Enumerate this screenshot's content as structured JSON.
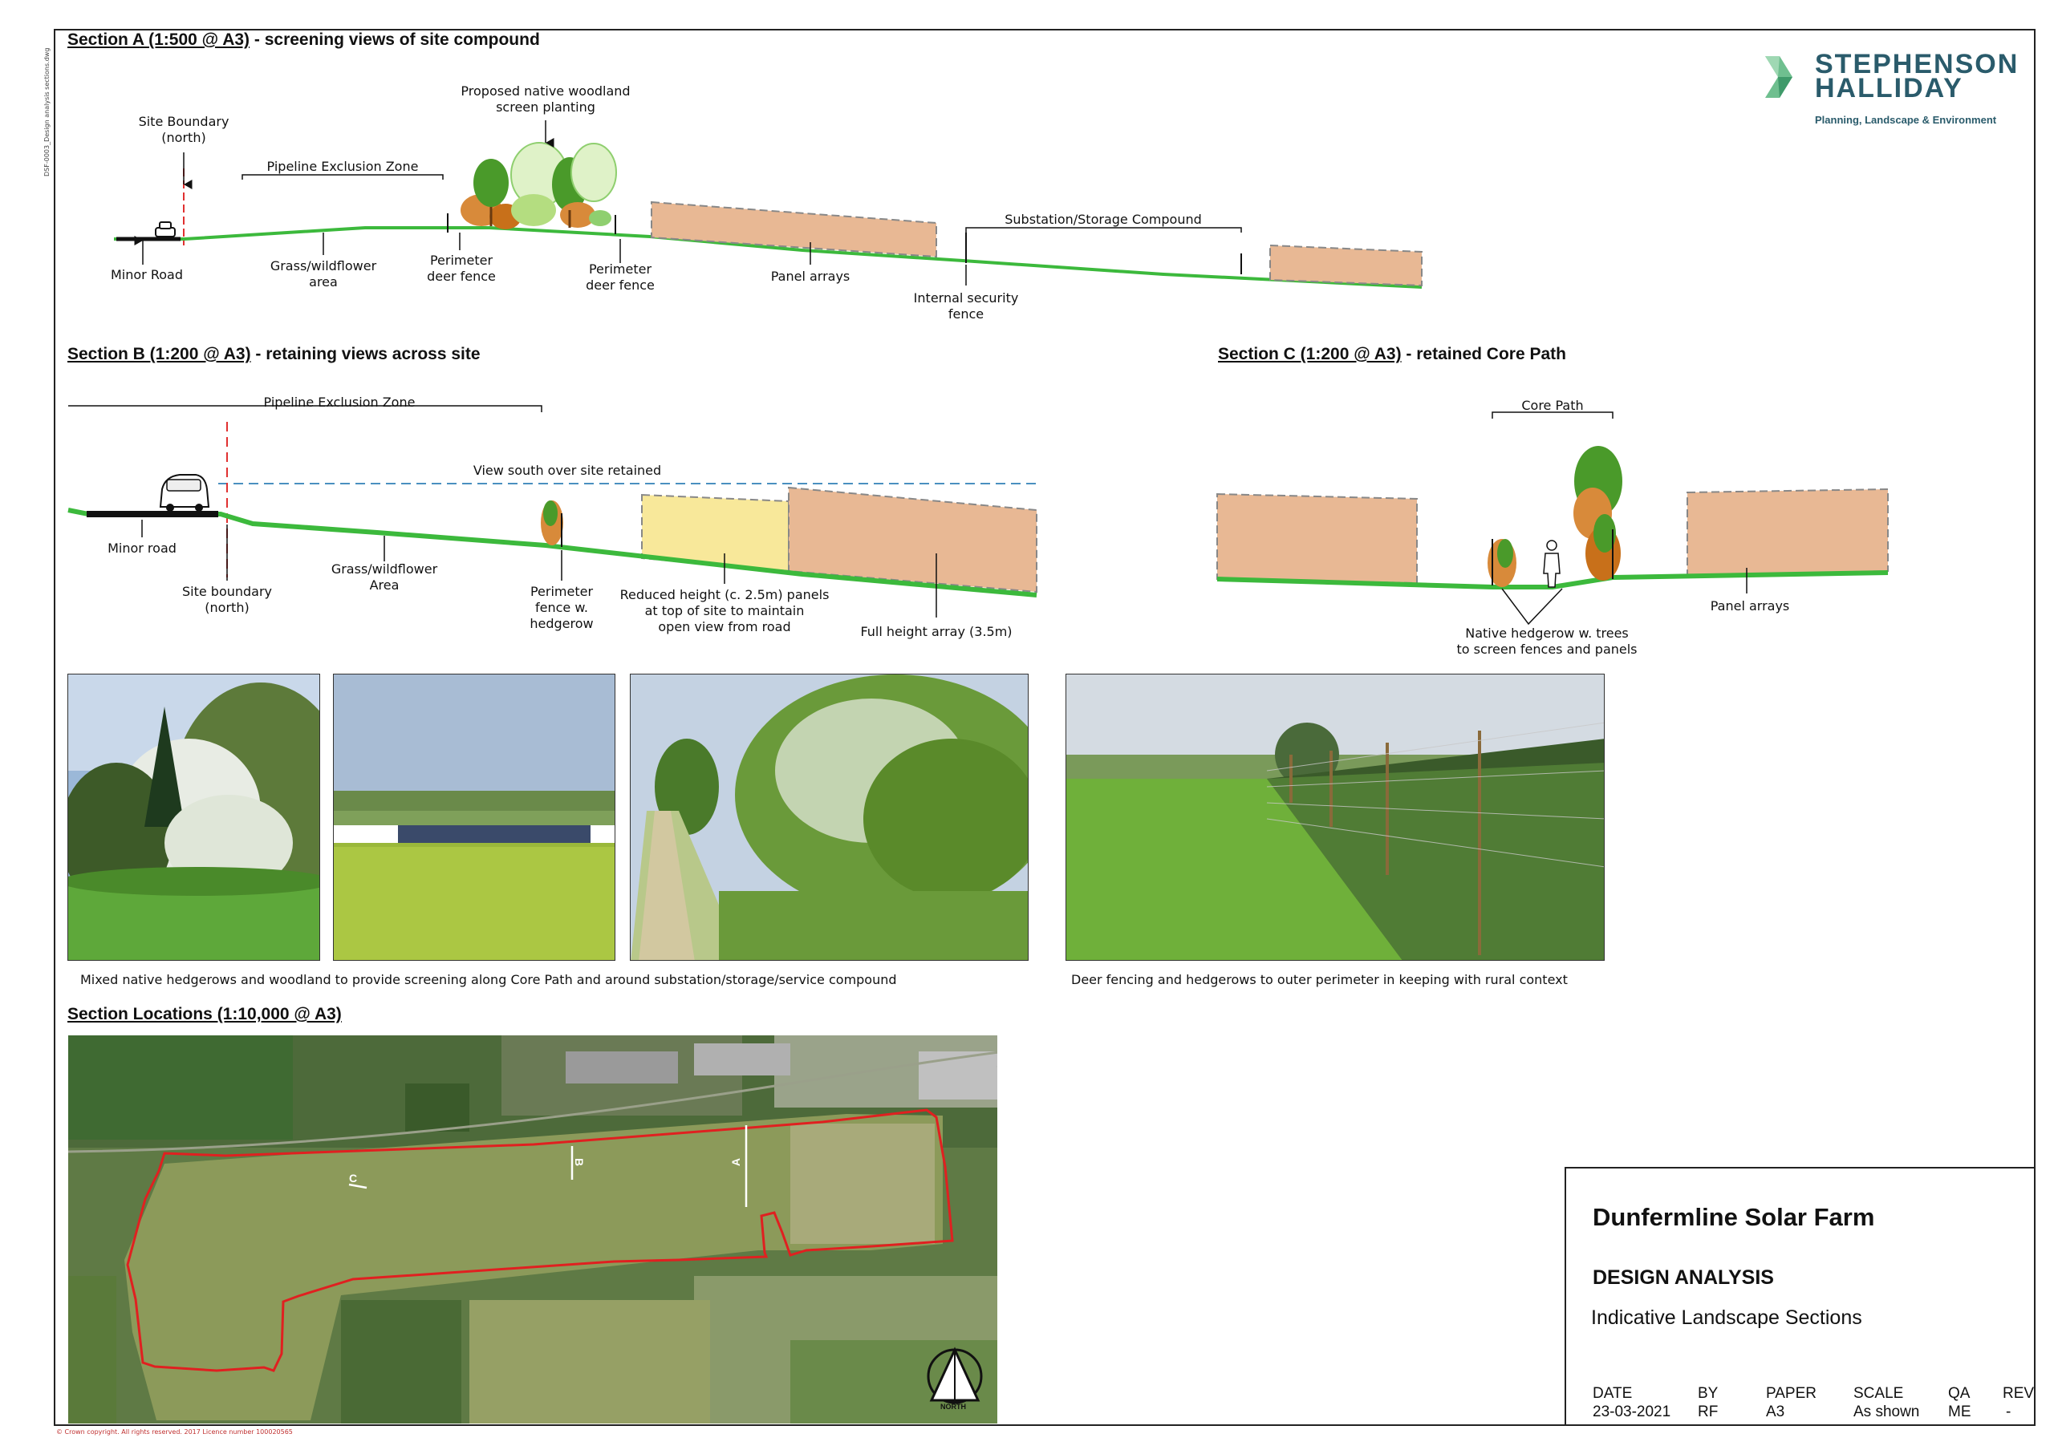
{
  "file_ref": "DSF-0003_Design analysis sections.dwg",
  "logo": {
    "name_line1": "STEPHENSON",
    "name_line2": "HALLIDAY",
    "tagline": "Planning, Landscape & Environment",
    "color": "#2a5b6b",
    "mark_color": "#6fbf8f"
  },
  "section_a": {
    "title_underlined": "Section A (1:500 @ A3)",
    "title_rest": " - screening views of site compound",
    "labels": {
      "site_boundary_l1": "Site Boundary",
      "site_boundary_l2": "(north)",
      "proposed_l1": "Proposed native woodland",
      "proposed_l2": "screen planting",
      "pipeline_zone": "Pipeline Exclusion Zone",
      "substation": "Substation/Storage Compound",
      "minor_road": "Minor Road",
      "grass_l1": "Grass/wildflower",
      "grass_l2": "area",
      "fence1_l1": "Perimeter",
      "fence1_l2": "deer fence",
      "fence2_l1": "Perimeter",
      "fence2_l2": "deer fence",
      "panel_arrays": "Panel arrays",
      "security_l1": "Internal security",
      "security_l2": "fence"
    }
  },
  "section_b": {
    "title_underlined": "Section B (1:200 @ A3)",
    "title_rest": " - retaining views across site",
    "labels": {
      "pipeline_zone": "Pipeline Exclusion Zone",
      "view_south": "View south over site retained",
      "minor_road": "Minor road",
      "site_boundary_l1": "Site boundary",
      "site_boundary_l2": "(north)",
      "grass_l1": "Grass/wildflower",
      "grass_l2": "Area",
      "fence_l1": "Perimeter",
      "fence_l2": "fence w.",
      "fence_l3": "hedgerow",
      "reduced_l1": "Reduced height (c. 2.5m) panels",
      "reduced_l2": "at top of site to maintain",
      "reduced_l3": "open view from road",
      "full_height": "Full height array (3.5m)"
    }
  },
  "section_c": {
    "title_underlined": "Section C (1:200 @ A3)",
    "title_rest": " - retained Core Path",
    "labels": {
      "core_path": "Core Path",
      "hedgerow_l1": "Native hedgerow w. trees",
      "hedgerow_l2": "to screen fences and panels",
      "panel_arrays": "Panel arrays"
    }
  },
  "photos": {
    "caption_left": "Mixed native hedgerows and woodland to provide screening along Core Path and around substation/storage/service compound",
    "caption_right": "Deer fencing and hedgerows to outer perimeter in keeping with rural context"
  },
  "locations": {
    "title": "Section Locations (1:10,000 @ A3)",
    "marker_a": "A",
    "marker_b": "B",
    "marker_c": "C",
    "north": "NORTH"
  },
  "title_block": {
    "project": "Dunfermline Solar Farm",
    "doc_type": "DESIGN ANALYSIS",
    "doc_title": "Indicative Landscape Sections",
    "headers": [
      "DATE",
      "BY",
      "PAPER",
      "SCALE",
      "QA",
      "REV"
    ],
    "values": [
      "23-03-2021",
      "RF",
      "A3",
      "As shown",
      "ME",
      "-"
    ]
  },
  "copyright": "© Crown copyright. All rights reserved. 2017 Licence number 100020565",
  "colors": {
    "ground": "#3cb93c",
    "panel": "#e8b894",
    "panel_low": "#f8e89a",
    "site_boundary": "#e03030",
    "view_line": "#4a90c0",
    "map_boundary": "#e02020"
  }
}
